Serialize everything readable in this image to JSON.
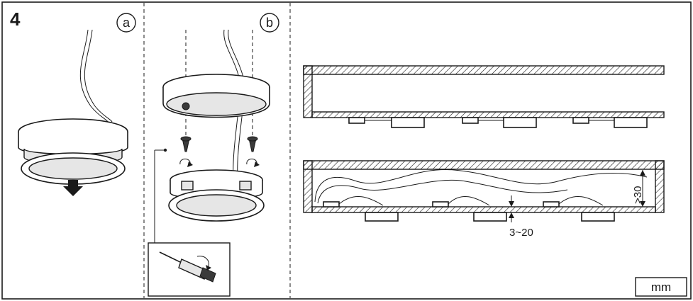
{
  "step": {
    "number": "4"
  },
  "panels": {
    "a": {
      "label": "a"
    },
    "b": {
      "label": "b"
    }
  },
  "dimensions": {
    "gap": "3~20",
    "depth": ">30"
  },
  "unit": {
    "label": "mm"
  }
}
